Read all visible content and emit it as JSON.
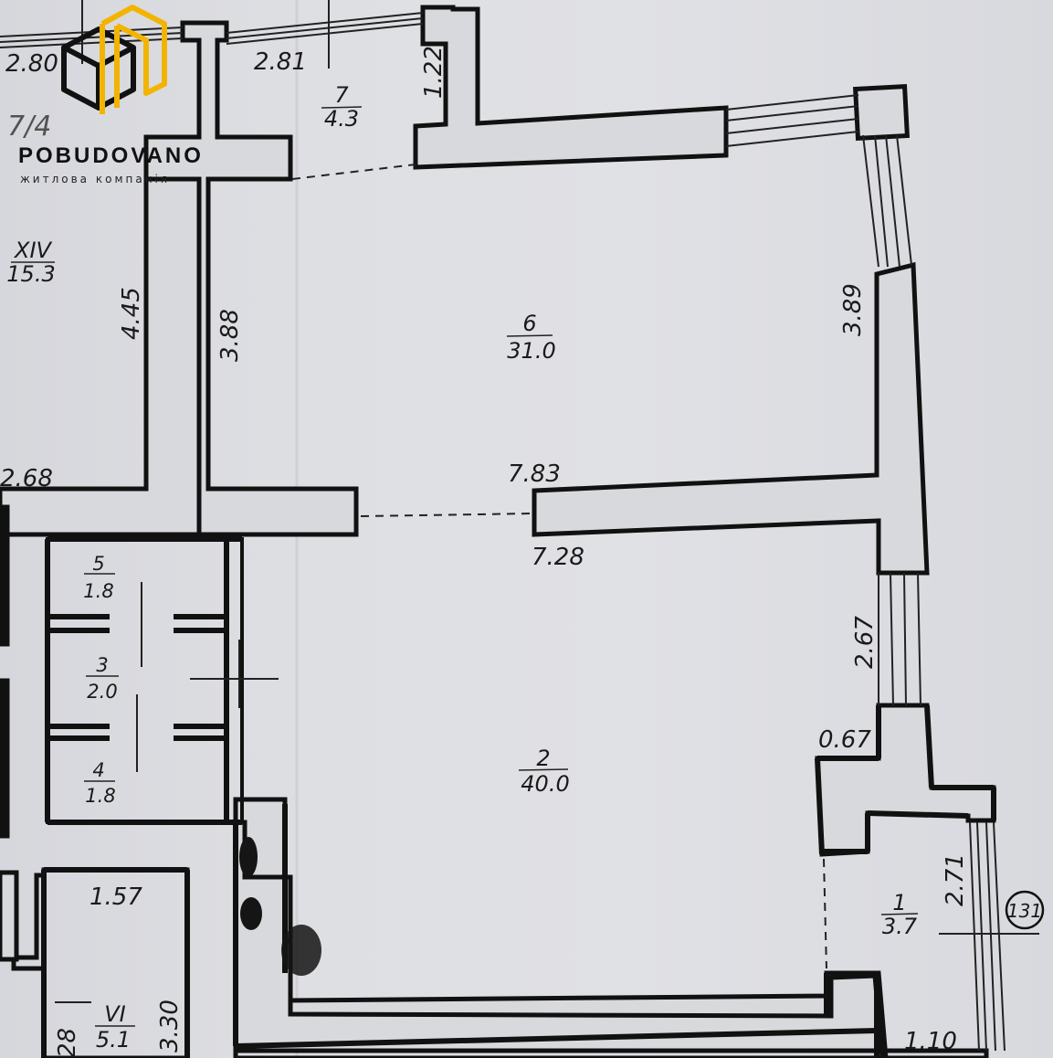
{
  "brand": {
    "name": "POBUDOVANO",
    "subtitle": "житлова компанія",
    "logo_icon": "cube-house-logo-icon",
    "colors": {
      "dark": "#111111",
      "accent": "#f2b400"
    }
  },
  "colors": {
    "wall": "#111111",
    "paper": "#dcdde1",
    "text": "#1a1a1a"
  },
  "rooms": [
    {
      "id": "room-7",
      "number": "7",
      "area": "4.3"
    },
    {
      "id": "room-6",
      "number": "6",
      "area": "31.0"
    },
    {
      "id": "room-2",
      "number": "2",
      "area": "40.0"
    },
    {
      "id": "room-1",
      "number": "1",
      "area": "3.7"
    },
    {
      "id": "room-5",
      "number": "5",
      "area": "1.8"
    },
    {
      "id": "room-3",
      "number": "3",
      "area": "2.0"
    },
    {
      "id": "room-4",
      "number": "4",
      "area": "1.8"
    },
    {
      "id": "room-xiv",
      "number": "XIV",
      "area": "15.3"
    },
    {
      "id": "room-vi",
      "number": "VI",
      "area": "5.1"
    }
  ],
  "dimensions": {
    "d_2_80": "2.80",
    "d_2_81": "2.81",
    "d_1_22": "1.22",
    "d_4_45": "4.45",
    "d_3_88": "3.88",
    "d_3_89": "3.89",
    "d_2_68": "2.68",
    "d_7_83": "7.83",
    "d_7_28": "7.28",
    "d_2_67": "2.67",
    "d_0_67": "0.67",
    "d_2_71": "2.71",
    "d_1_57": "1.57",
    "d_3_30": "3.30",
    "d_28": "28",
    "d_1_10": "1.10"
  },
  "markers": {
    "axis": "131",
    "handwritten": "7/4"
  }
}
